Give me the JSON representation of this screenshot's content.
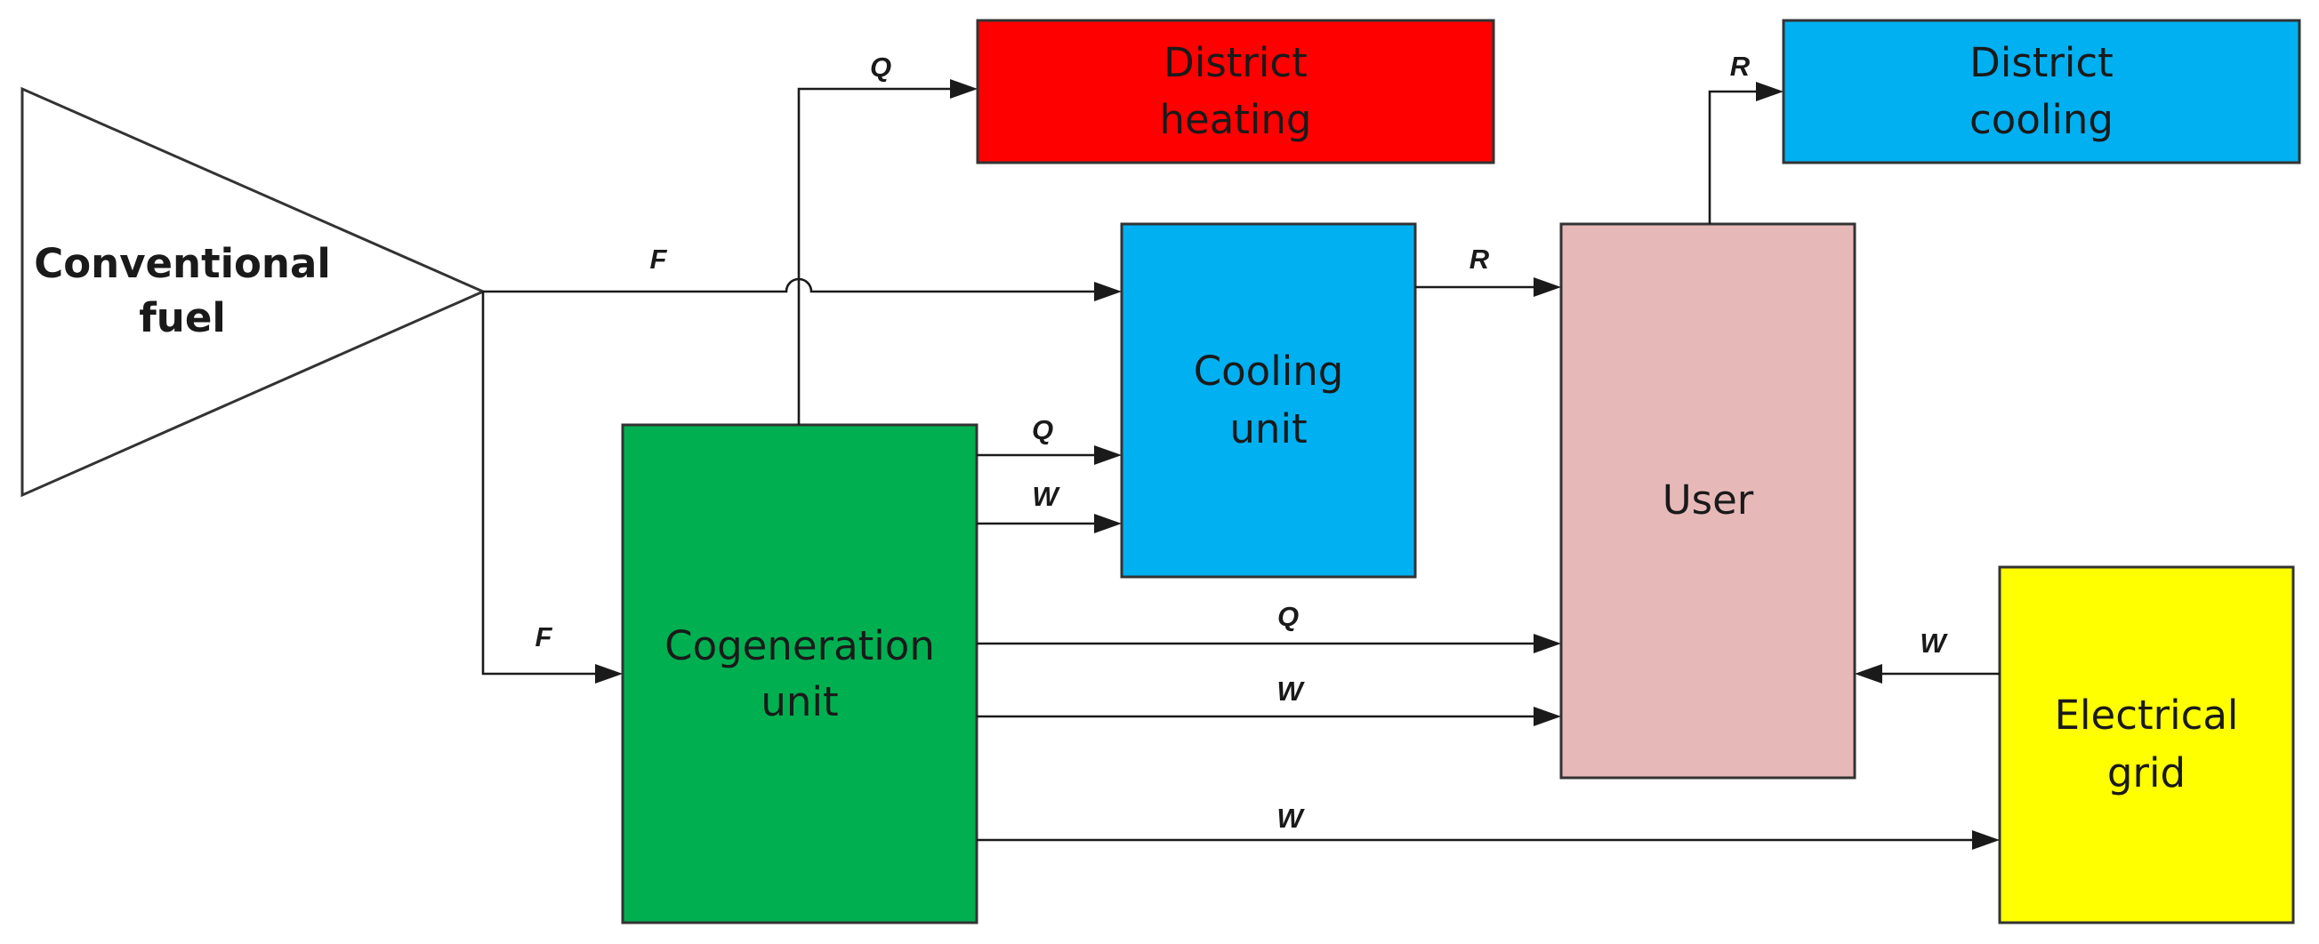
{
  "nodes": {
    "fuel": {
      "lines": [
        "Conventional",
        "fuel"
      ],
      "color": "#ffffff"
    },
    "heating": {
      "lines": [
        "District",
        "heating"
      ],
      "color": "#ff0000"
    },
    "district_cooling": {
      "lines": [
        "District",
        "cooling"
      ],
      "color": "#00b0f0"
    },
    "cooling_unit": {
      "lines": [
        "Cooling",
        "unit"
      ],
      "color": "#00b0f0"
    },
    "user": {
      "lines": [
        "User"
      ],
      "color": "#e6b9b8"
    },
    "cogen": {
      "lines": [
        "Cogeneration",
        "unit"
      ],
      "color": "#00b050"
    },
    "grid": {
      "lines": [
        "Electrical",
        "grid"
      ],
      "color": "#ffff00"
    }
  },
  "flows": {
    "fuel_to_cooling": "F",
    "fuel_to_cogen": "F",
    "cogen_to_heating": "Q",
    "cogen_to_cooling_q": "Q",
    "cogen_to_cooling_w": "W",
    "cogen_to_user_q": "Q",
    "cogen_to_user_w": "W",
    "cogen_to_grid": "W",
    "cooling_to_user": "R",
    "user_to_district_cooling": "R",
    "grid_to_user": "W"
  }
}
